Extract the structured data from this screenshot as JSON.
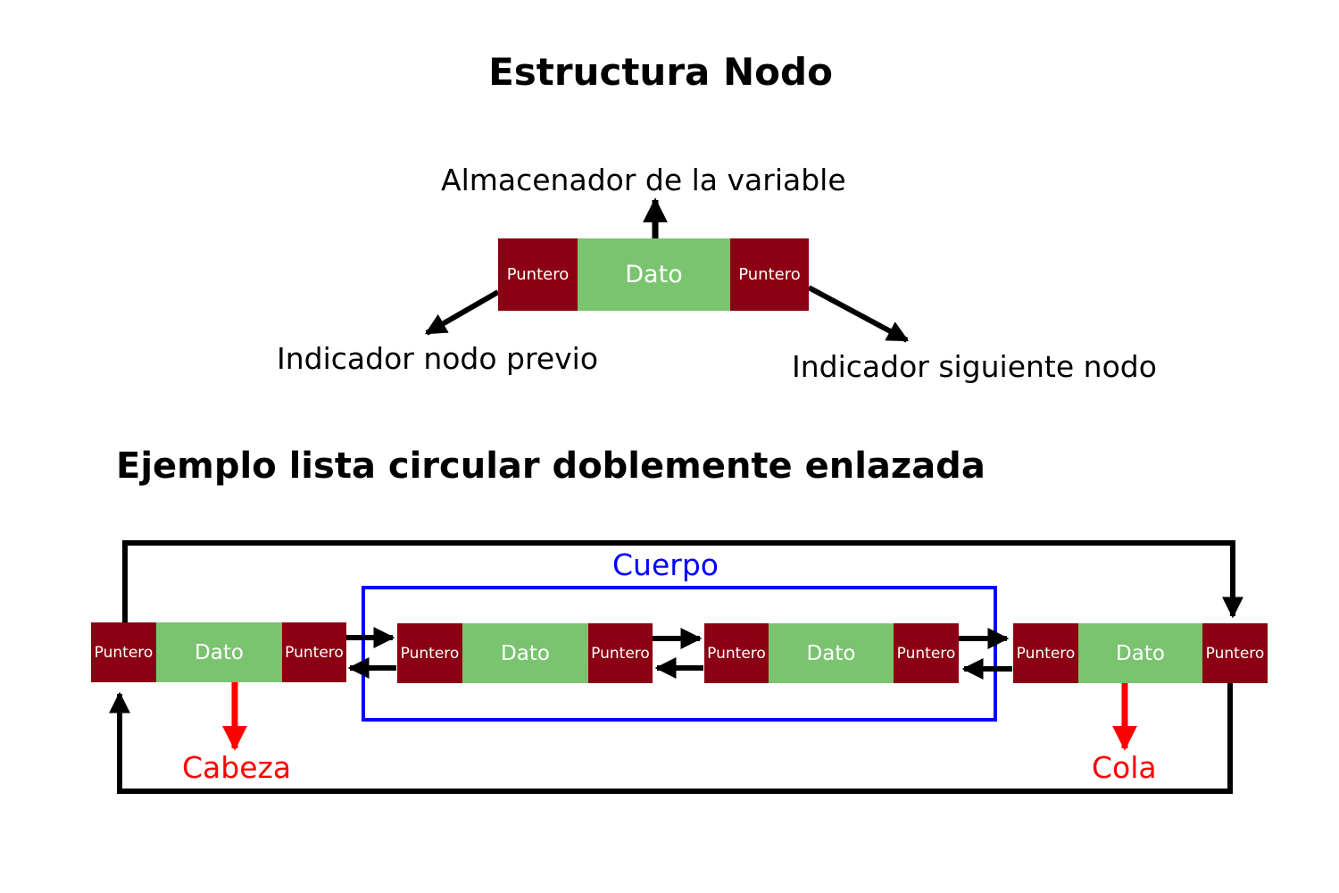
{
  "titles": {
    "node_structure": "Estructura Nodo",
    "example": "Ejemplo lista circular doblemente enlazada"
  },
  "node_structure": {
    "data_storage_label": "Almacenador de la variable",
    "prev_indicator_label": "Indicador nodo previo",
    "next_indicator_label": "Indicador siguiente nodo",
    "pointer_label": "Puntero",
    "data_label": "Dato"
  },
  "example": {
    "body_label": "Cuerpo",
    "head_label": "Cabeza",
    "tail_label": "Cola",
    "nodes": [
      {
        "prev": "Puntero",
        "data": "Dato",
        "next": "Puntero"
      },
      {
        "prev": "Puntero",
        "data": "Dato",
        "next": "Puntero"
      },
      {
        "prev": "Puntero",
        "data": "Dato",
        "next": "Puntero"
      },
      {
        "prev": "Puntero",
        "data": "Dato",
        "next": "Puntero"
      }
    ]
  },
  "colors": {
    "pointer": "#8b0012",
    "data": "#7ac470",
    "highlight_red": "#ff0000",
    "body_box": "#0000ff",
    "arrow": "#000000"
  }
}
